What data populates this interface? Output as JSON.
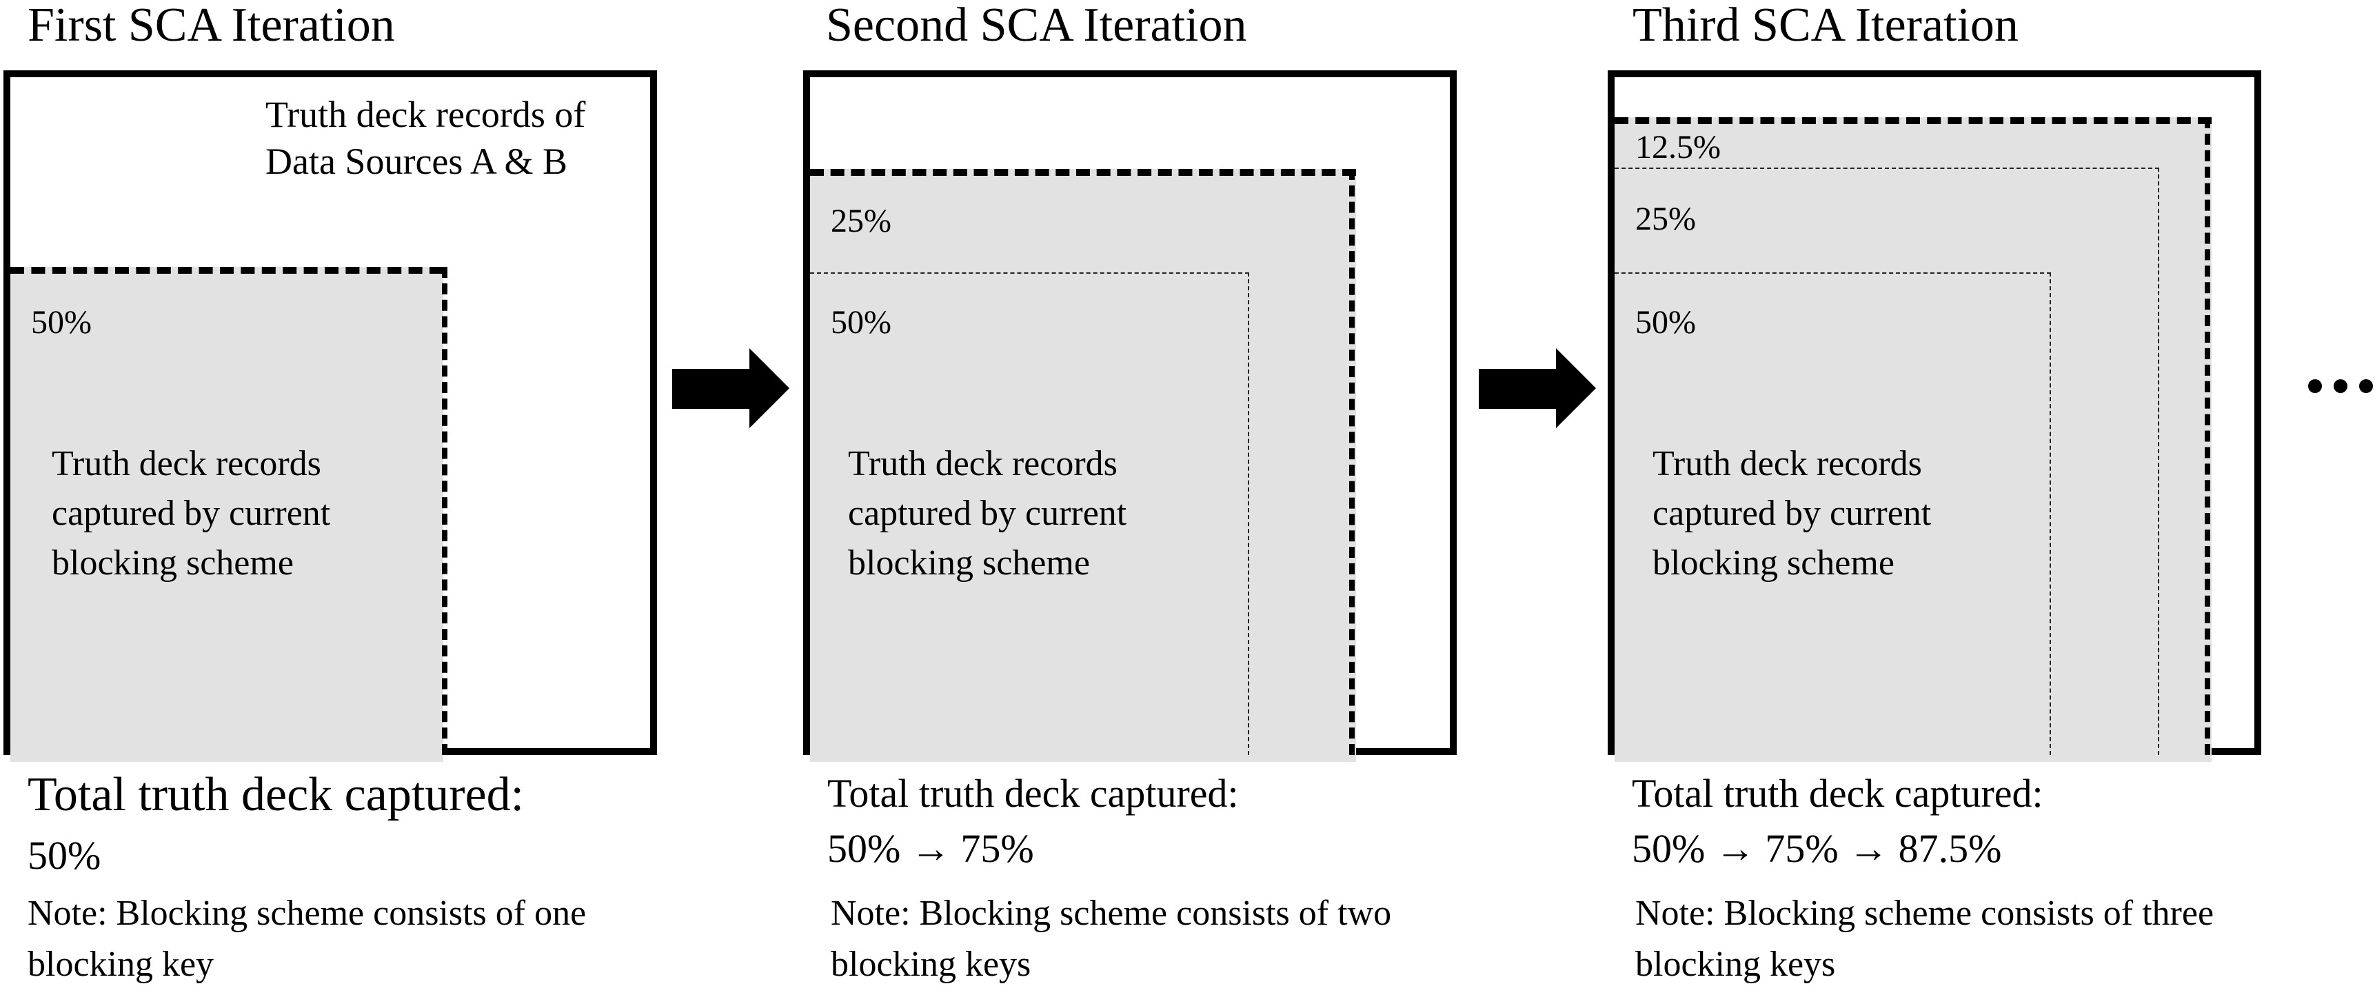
{
  "panels": [
    {
      "title": "First SCA Iteration",
      "source_label_line1": "Truth deck records of",
      "source_label_line2": "Data Sources A & B",
      "region_labels": [
        "50%"
      ],
      "captured_text": [
        "Truth deck records",
        "captured by current",
        "blocking scheme"
      ],
      "total_label": "Total truth deck captured:",
      "total_sequence": "50%",
      "note_line1": "Note: Blocking scheme consists of one",
      "note_line2": "blocking key",
      "blocking_keys": 1,
      "captured_fraction": 0.5
    },
    {
      "title": "Second SCA Iteration",
      "region_labels": [
        "25%",
        "50%"
      ],
      "captured_text": [
        "Truth deck records",
        "captured by current",
        "blocking scheme"
      ],
      "total_label": "Total truth deck captured:",
      "total_sequence": "50% → 75%",
      "note_line1": "Note: Blocking scheme consists of two",
      "note_line2": "blocking keys",
      "blocking_keys": 2,
      "captured_fraction": 0.75
    },
    {
      "title": "Third SCA Iteration",
      "region_labels": [
        "12.5%",
        "25%",
        "50%"
      ],
      "captured_text": [
        "Truth deck records",
        "captured by current",
        "blocking scheme"
      ],
      "total_label": "Total truth deck captured:",
      "total_sequence": "50% → 75% → 87.5%",
      "note_line1": "Note: Blocking scheme consists of three",
      "note_line2": "blocking keys",
      "blocking_keys": 3,
      "captured_fraction": 0.875
    }
  ],
  "connectors": {
    "arrow_icon": "right-arrow",
    "continuation_icon": "ellipsis"
  },
  "colors": {
    "captured_fill": "#e2e2e2",
    "border": "#000000",
    "background": "#ffffff"
  }
}
